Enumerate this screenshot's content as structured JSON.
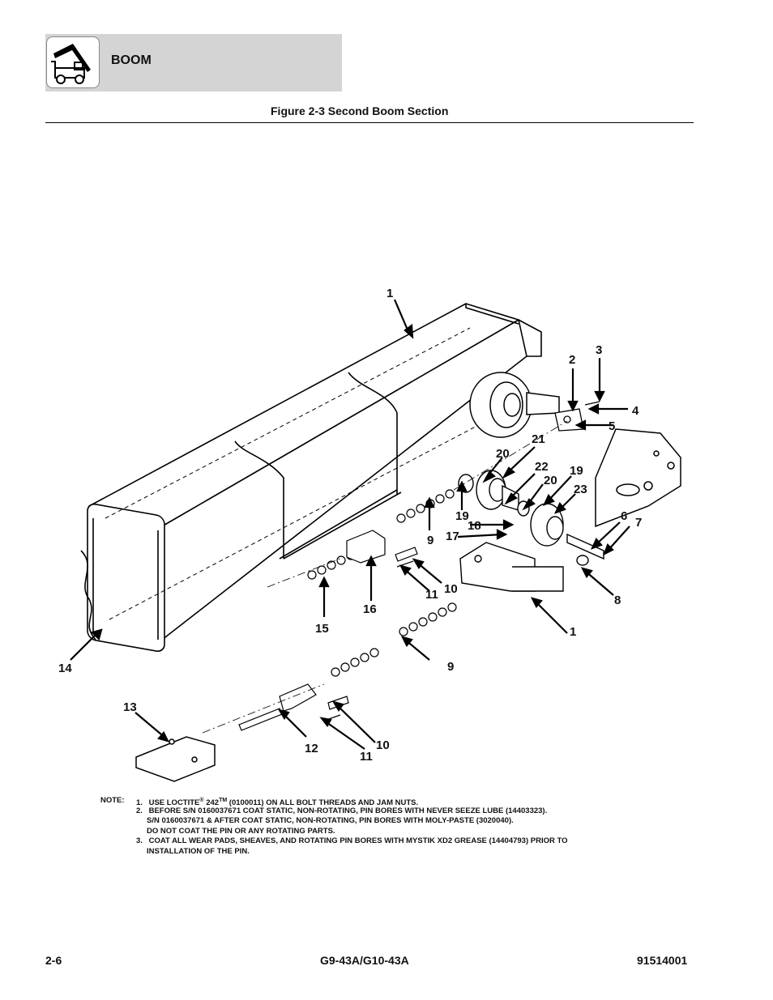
{
  "header": {
    "section_title": "BOOM",
    "figure_title": "Figure 2-3 Second Boom Section"
  },
  "callouts": [
    "1",
    "2",
    "3",
    "4",
    "5",
    "6",
    "7",
    "8",
    "9",
    "10",
    "11",
    "12",
    "13",
    "14",
    "15",
    "16",
    "17",
    "18",
    "19",
    "20",
    "21",
    "22",
    "23"
  ],
  "callout_labels": {
    "c1a": "1",
    "c1b": "1",
    "c2": "2",
    "c3": "3",
    "c4": "4",
    "c5": "5",
    "c6": "6",
    "c7": "7",
    "c8": "8",
    "c9a": "9",
    "c9b": "9",
    "c10a": "10",
    "c10b": "10",
    "c11a": "11",
    "c11b": "11",
    "c12": "12",
    "c13": "13",
    "c14": "14",
    "c15": "15",
    "c16": "16",
    "c17": "17",
    "c18": "18",
    "c19a": "19",
    "c19b": "19",
    "c20a": "20",
    "c20b": "20",
    "c21": "21",
    "c22": "22",
    "c23": "23"
  },
  "notes": {
    "label": "NOTE:",
    "n1_num": "1.",
    "n1_text": "USE LOCTITE",
    "n1_sup1": "®",
    "n1_mid": " 242",
    "n1_sup2": "TM",
    "n1_end": " (0100011) ON ALL BOLT THREADS AND JAM NUTS.",
    "n2_num": "2.",
    "n2_line1": "BEFORE S/N 0160037671 COAT STATIC, NON-ROTATING, PIN BORES WITH NEVER SEEZE LUBE (14403323).",
    "n2_line2": "S/N 0160037671 & AFTER COAT STATIC, NON-ROTATING, PIN BORES WITH MOLY-PASTE (3020040).",
    "n2_line3": "DO NOT COAT THE PIN OR ANY ROTATING PARTS.",
    "n3_num": "3.",
    "n3_line1": "COAT ALL WEAR PADS, SHEAVES, AND ROTATING PIN BORES WITH MYSTIK XD2 GREASE (14404793) PRIOR TO",
    "n3_line2": "INSTALLATION OF THE PIN."
  },
  "footer": {
    "page_number": "2-6",
    "model": "G9-43A/G10-43A",
    "doc_number": "91514001"
  },
  "icons": {
    "section_icon": "telehandler-boom-icon"
  }
}
